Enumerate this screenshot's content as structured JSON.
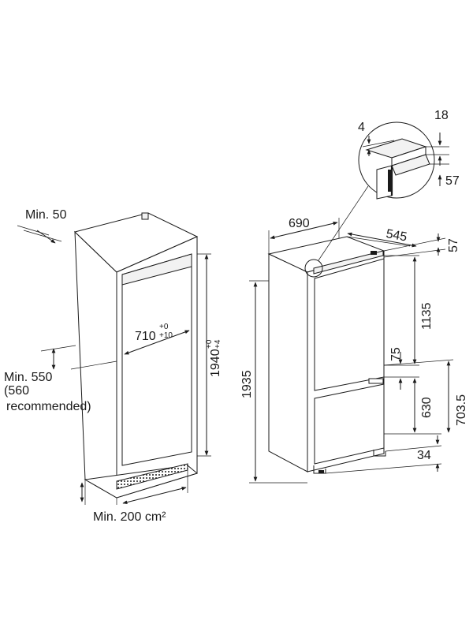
{
  "niche": {
    "top_gap": "Min. 50",
    "height": "1940",
    "height_tol_upper": "+0",
    "height_tol_lower": "+4",
    "width": "710",
    "width_tol_upper": "+0",
    "width_tol_lower": "+10",
    "depth_line1": "Min. 550",
    "depth_line2": "(560",
    "depth_line3": "recommended)",
    "vent": "Min. 200 cm²"
  },
  "appliance": {
    "width": "690",
    "depth": "545",
    "top_offset": "57",
    "upper_door": "1135",
    "height": "1935",
    "door_gap": "75",
    "lower_door": "630",
    "lower_total": "703.5",
    "bottom_offset": "34"
  },
  "detail": {
    "gap_left": "4",
    "gap_top": "18",
    "step": "57"
  }
}
